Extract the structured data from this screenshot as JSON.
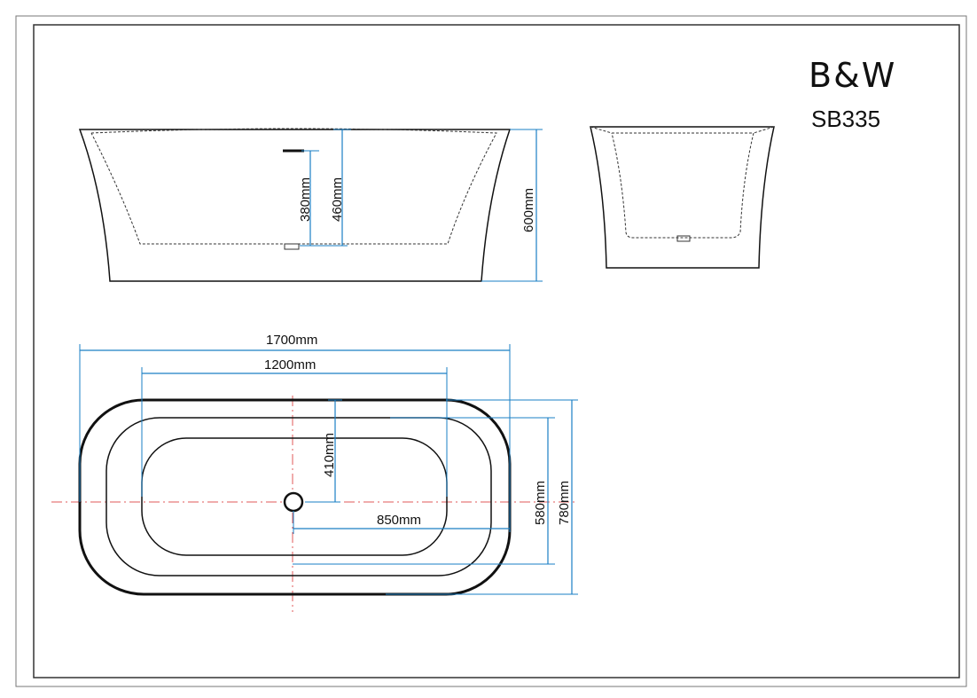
{
  "header": {
    "brand": "B&W",
    "model": "SB335"
  },
  "dimensions": {
    "inner_depth": "380mm",
    "depth": "460mm",
    "height": "600mm",
    "overall_length": "1700mm",
    "inner_length": "1200mm",
    "drain_offset_y": "410mm",
    "drain_offset_x": "850mm",
    "inner_width": "580mm",
    "overall_width": "780mm"
  },
  "colors": {
    "outline": "#111111",
    "dimension_line": "#1a7fc4",
    "center_line": "#e05a5a",
    "frame": "#555555"
  }
}
